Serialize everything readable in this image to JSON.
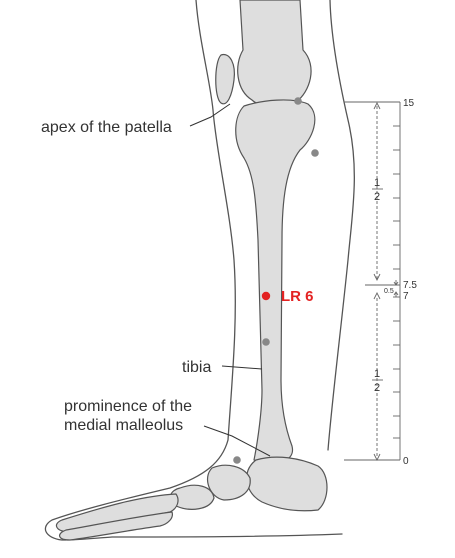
{
  "labels": {
    "apex": "apex of the patella",
    "tibia": "tibia",
    "malleolus_line1": "prominence of the",
    "malleolus_line2": "medial malleolus"
  },
  "point": {
    "name": "LR 6",
    "color": "#e32222"
  },
  "scale": {
    "top": "15",
    "mid_upper": "7.5",
    "mid_lower": "7",
    "bottom": "0",
    "gap": "0.5",
    "frac_num": "1",
    "frac_den": "2"
  },
  "colors": {
    "bone": "#dedede",
    "outline": "#555555",
    "marker": "#888888",
    "accent": "#e32222"
  }
}
